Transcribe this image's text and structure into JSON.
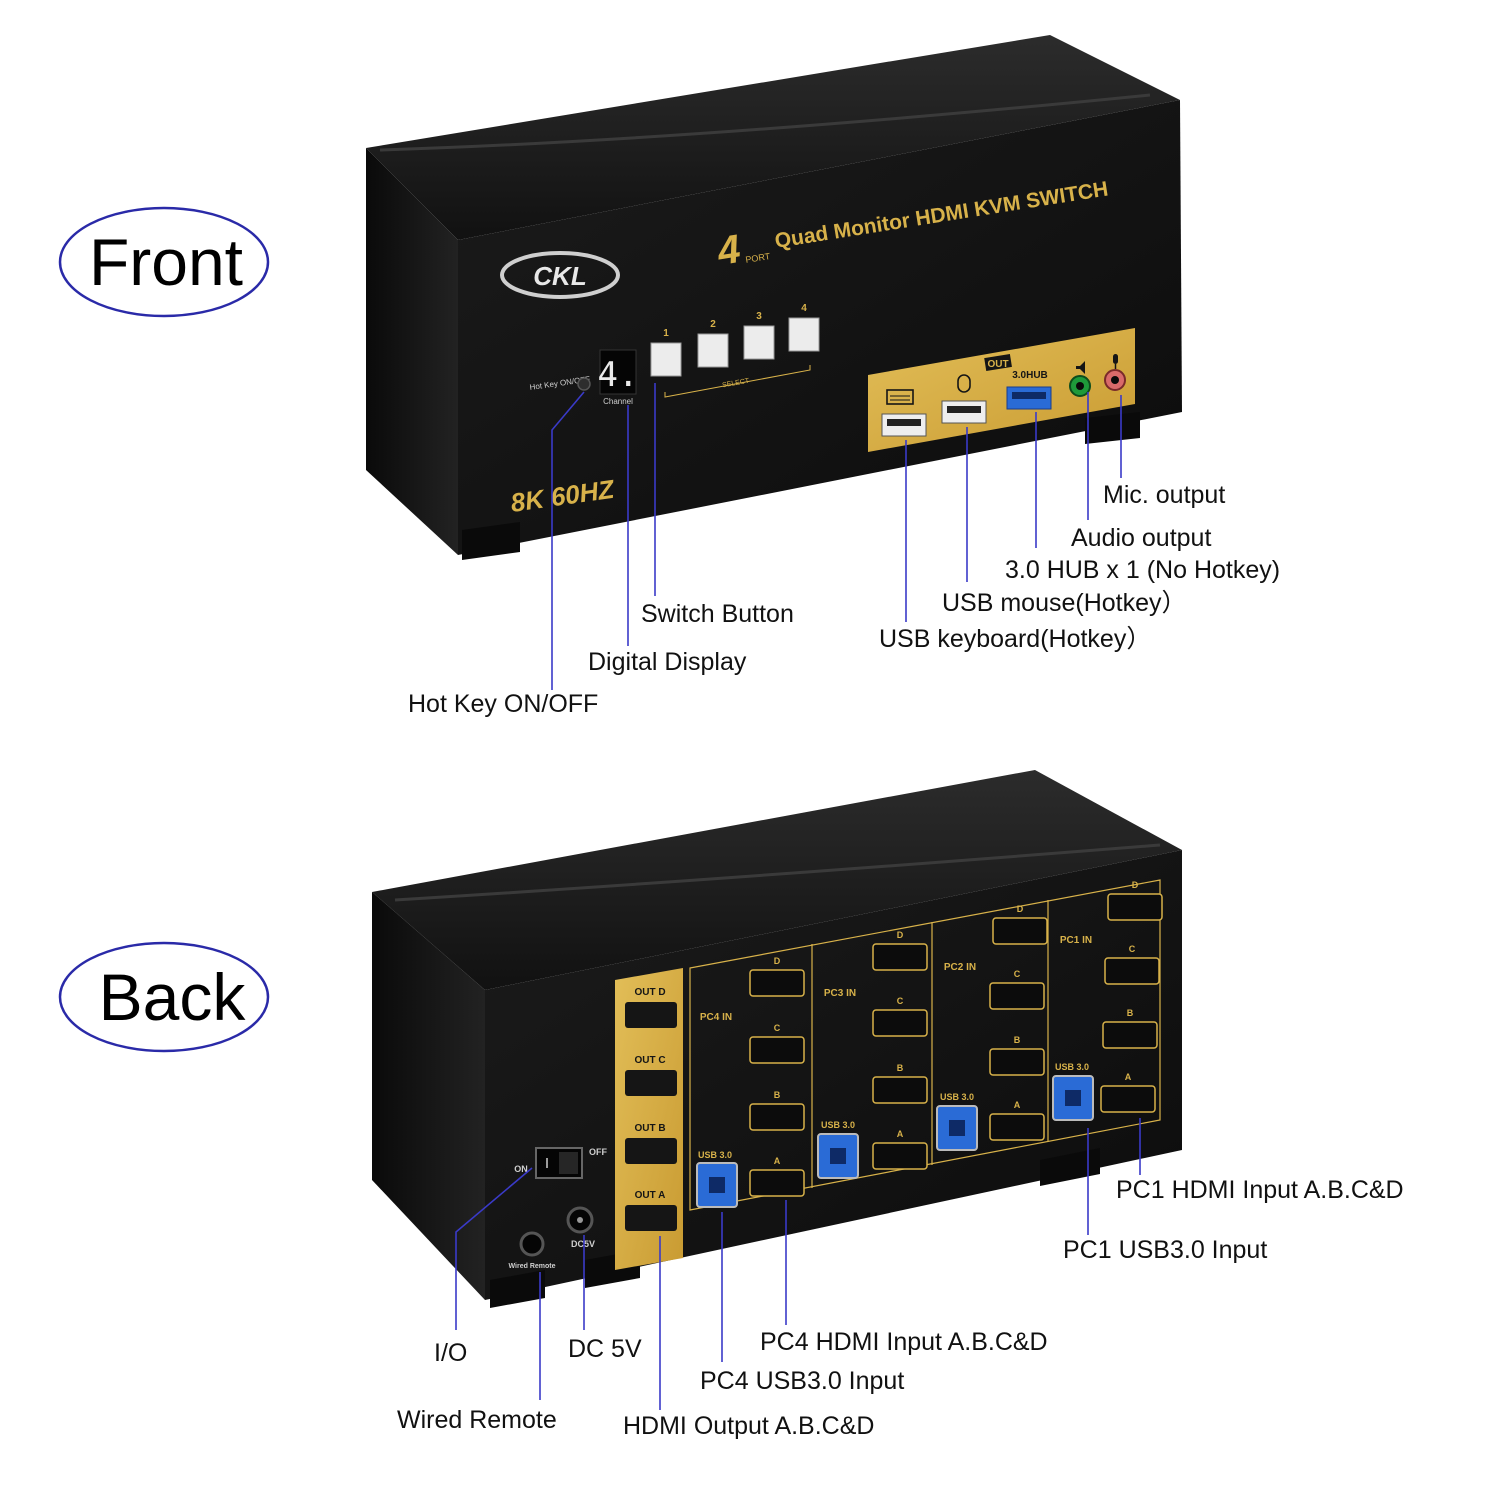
{
  "sections": {
    "front": "Front",
    "back": "Back"
  },
  "product": {
    "brand": "CKL",
    "port_count": "4",
    "port_word": "PORT",
    "title": "Quad Monitor HDMI KVM SWITCH",
    "resolution": "8K 60HZ",
    "display_digit": "4.",
    "display_caption": "Channel",
    "hotkey_caption": "Hot Key ON/OFF",
    "select_caption": "SELECT",
    "out_caption": "OUT",
    "hub_caption": "3.0HUB",
    "button_numbers": [
      "1",
      "2",
      "3",
      "4"
    ]
  },
  "rear": {
    "out_labels": [
      "OUT D",
      "OUT C",
      "OUT B",
      "OUT A"
    ],
    "pc_labels": [
      "PC4 IN",
      "PC3 IN",
      "PC2 IN",
      "PC1 IN"
    ],
    "port_letters": [
      "D",
      "C",
      "B",
      "A"
    ],
    "usb_label": "USB 3.0",
    "switch_on": "ON",
    "switch_off": "OFF",
    "power_caption": "DC5V",
    "remote_caption": "Wired Remote"
  },
  "front_callouts": {
    "mic": "Mic. output",
    "audio": "Audio output",
    "hub": "3.0 HUB x 1 (No Hotkey)",
    "mouse": "USB mouse(Hotkey）",
    "keyboard": "USB keyboard(Hotkey）",
    "switch_button": "Switch Button",
    "digital_display": "Digital Display",
    "hotkey": "Hot Key ON/OFF"
  },
  "back_callouts": {
    "pc1_hdmi": "PC1 HDMI Input A.B.C&D",
    "pc1_usb": "PC1 USB3.0 Input",
    "pc4_hdmi": "PC4 HDMI Input A.B.C&D",
    "pc4_usb": "PC4 USB3.0 Input",
    "hdmi_out": "HDMI Output A.B.C&D",
    "io": "I/O",
    "dc": "DC 5V",
    "remote": "Wired Remote"
  },
  "colors": {
    "leader_line": "#3a3ac8",
    "gold_panel": "#d8b24a",
    "chassis": "#151515",
    "section_ring": "#2a2aa8"
  }
}
